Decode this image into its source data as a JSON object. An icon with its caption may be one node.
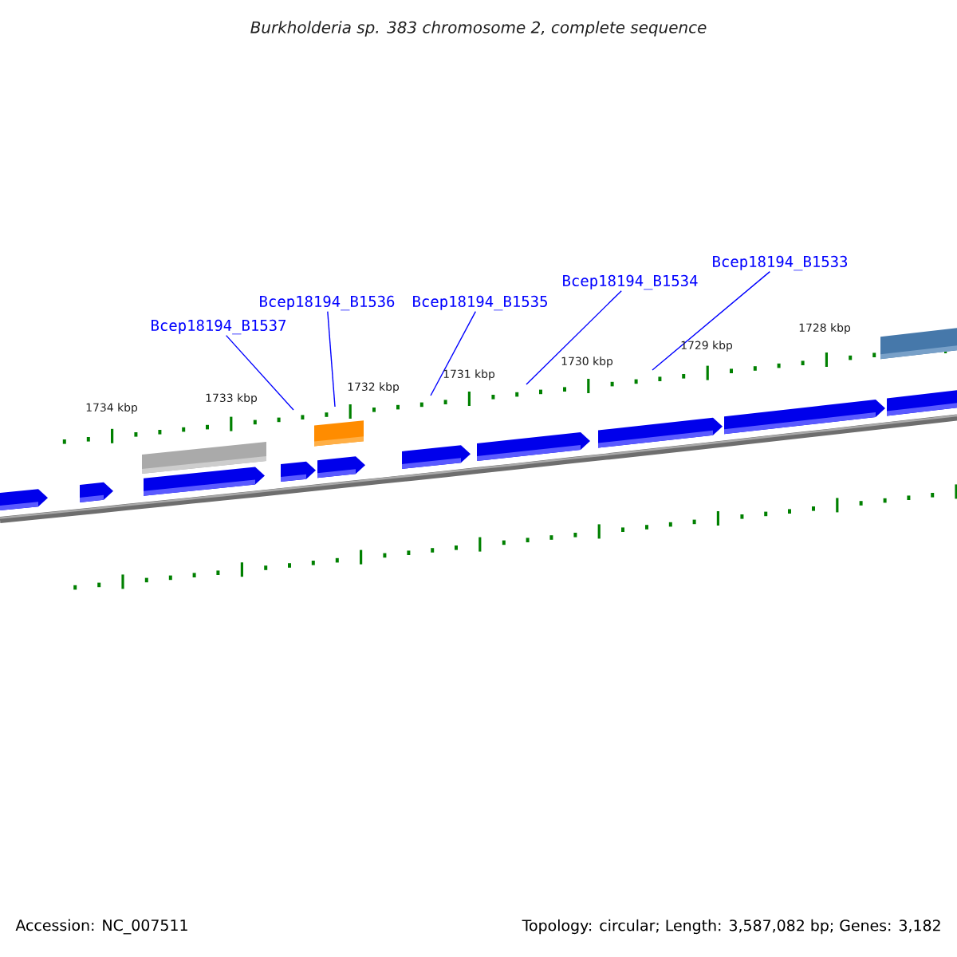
{
  "diagram": {
    "title": "Burkholderia sp. 383 chromosome 2, complete sequence",
    "nodes": [
      {
        "text": [
          "Bcep18194_B1537"
        ]
      },
      {
        "text": [
          "Bcep18194_B1536"
        ]
      },
      {
        "text": [
          "Bcep18194_B1535"
        ]
      },
      {
        "text": [
          "Bcep18194_B1534"
        ]
      },
      {
        "text": [
          "Bcep18194_B1533"
        ]
      }
    ],
    "edges": [
      {
        "from": 0,
        "to": null,
        "arrow": "none"
      },
      {
        "from": 1,
        "to": null,
        "arrow": "none"
      },
      {
        "from": 2,
        "to": null,
        "arrow": "none"
      },
      {
        "from": 3,
        "to": null,
        "arrow": "none"
      },
      {
        "from": 4,
        "to": null,
        "arrow": "none"
      }
    ],
    "labels": [
      "1734 kbp",
      "1733 kbp",
      "1732 kbp",
      "1731 kbp",
      "1730 kbp",
      "1729 kbp",
      "1728 kbp",
      "Accession: NC_007511",
      "Topology: circular; Length: 3,587,082 bp; Genes: 3,182"
    ]
  }
}
